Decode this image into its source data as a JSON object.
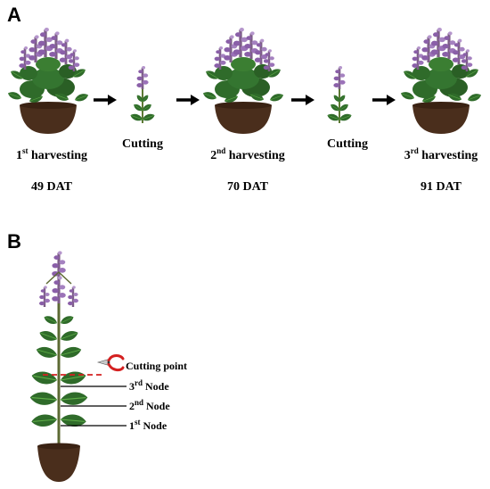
{
  "panel_a": {
    "letter": "A",
    "stages": [
      {
        "ordinal": "1",
        "suffix": "st",
        "word": "harvesting",
        "time": "49 DAT"
      },
      {
        "ordinal": "2",
        "suffix": "nd",
        "word": "harvesting",
        "time": "70 DAT"
      },
      {
        "ordinal": "3",
        "suffix": "rd",
        "word": "harvesting",
        "time": "91 DAT"
      }
    ],
    "cutting_label": "Cutting"
  },
  "panel_b": {
    "letter": "B",
    "cutting_point": "Cutting point",
    "nodes": [
      {
        "ordinal": "3",
        "suffix": "rd",
        "word": "Node"
      },
      {
        "ordinal": "2",
        "suffix": "nd",
        "word": "Node"
      },
      {
        "ordinal": "1",
        "suffix": "st",
        "word": "Node"
      }
    ]
  },
  "colors": {
    "pot": "#4a2e1c",
    "pot_rim": "#3a2213",
    "leaf": "#2f6b2a",
    "leaf_light": "#4f9a3c",
    "flower": "#8a5fa8",
    "stem": "#6b7a3a",
    "cut_line": "#d42020",
    "scissor_handle": "#d42020"
  }
}
